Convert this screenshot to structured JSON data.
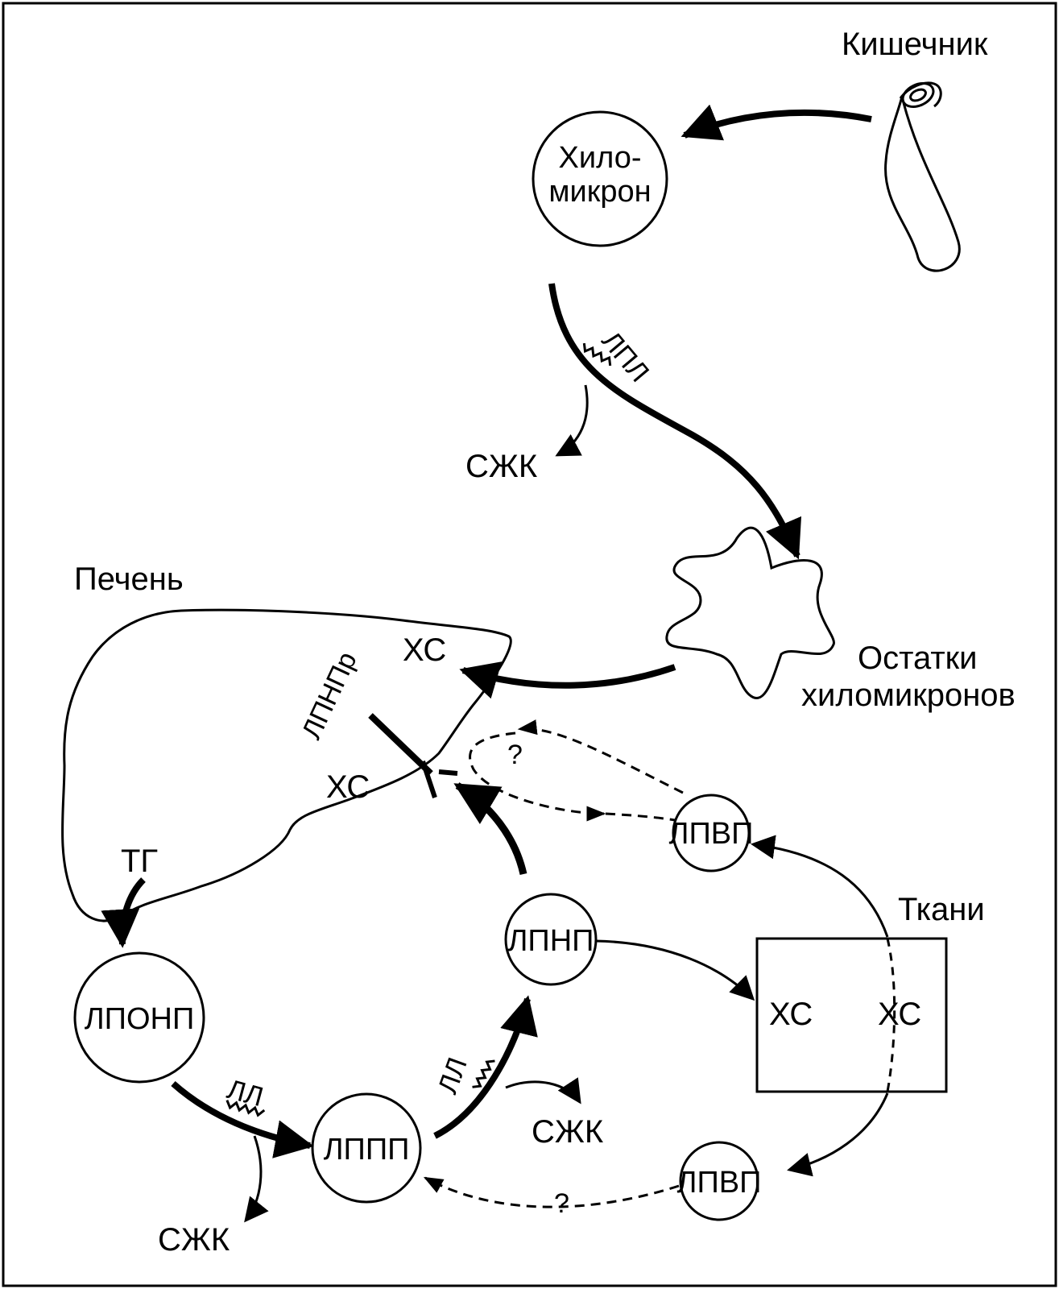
{
  "labels": {
    "intestine": "Кишечник",
    "liver": "Печень",
    "tissues": "Ткани",
    "remnants_line1": "Остатки",
    "remnants_line2": "хиломикронов",
    "chylomicron_line1": "Хило-",
    "chylomicron_line2": "микрон",
    "vldl": "ЛПОНП",
    "idl": "ЛППП",
    "ldl": "ЛПНП",
    "hdl_top": "ЛПВП",
    "hdl_bottom": "ЛПВП",
    "ldl_receptor": "ЛПНПр",
    "cholesterol_liver_top": "ХС",
    "cholesterol_liver_mid": "ХС",
    "cholesterol_tissue_left": "ХС",
    "cholesterol_tissue_right": "ХС",
    "triglycerides": "ТГ",
    "ffa_top": "СЖК",
    "ffa_middle": "СЖК",
    "ffa_bottom": "СЖК",
    "lpl": "ЛПЛ",
    "ll_bottom": "ЛЛ",
    "ll_middle": "ЛЛ",
    "question_top": "?",
    "question_bottom": "?"
  },
  "colors": {
    "ink": "#000000",
    "paper": "#ffffff"
  }
}
